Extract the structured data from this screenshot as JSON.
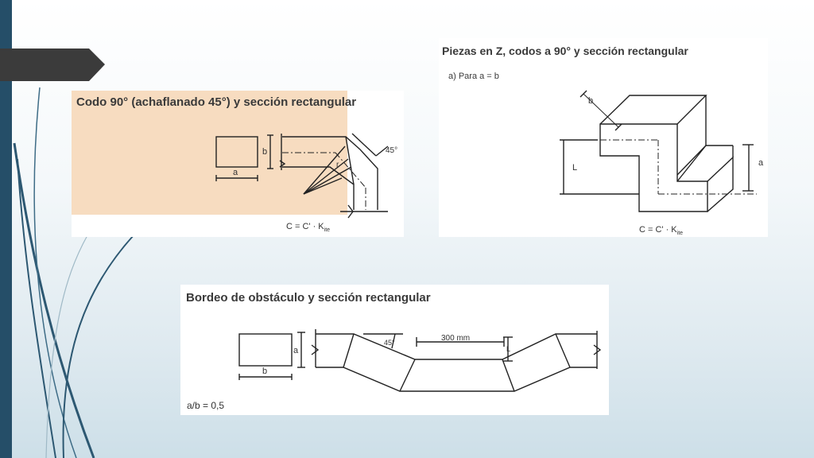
{
  "panels": {
    "elbow": {
      "title": "Codo 90° (achaflanado 45°) y sección rectangular",
      "dim_a": "a",
      "dim_b": "b",
      "angle": "45°",
      "radius": "r",
      "formula_main": "C = C' · K",
      "formula_sub": "ite"
    },
    "zpiece": {
      "title": "Piezas en Z, codos a 90° y sección rectangular",
      "subtitle": "a)  Para a = b",
      "dim_b": "b",
      "dim_l": "L",
      "dim_a": "a",
      "formula_main": "C = C' · K",
      "formula_sub": "ite"
    },
    "obstacle": {
      "title": "Bordeo de obstáculo y sección rectangular",
      "dim_a": "a",
      "dim_b": "b",
      "angle": "45°",
      "length": "300 mm",
      "dim_l": "L",
      "ratio": "a/b = 0,5"
    }
  },
  "colors": {
    "accent_bar": "#254e68",
    "tab": "#3b3b3b",
    "highlight": "#f7dcc0"
  }
}
